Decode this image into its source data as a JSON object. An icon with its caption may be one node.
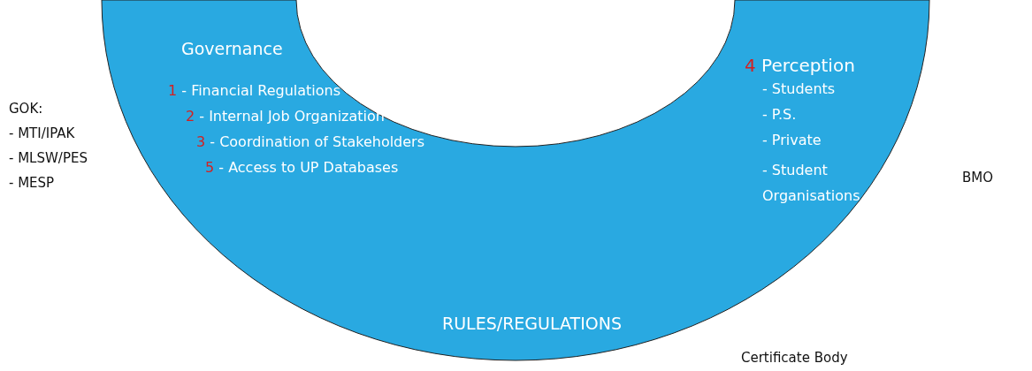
{
  "diagram": {
    "nodes": [
      {
        "text": [
          "Governance",
          "1 - Financial Regulations",
          "2 - Internal Job Organization",
          "3 - Coordination of Stakeholders",
          "5 - Access to UP Databases",
          "4 Perception",
          "- Students",
          "- P.S.",
          "- Private",
          "- Student Organisations",
          "RULES/REGULATIONS"
        ]
      }
    ],
    "labels": [
      "GOK:",
      "- MTI/IPAK",
      "- MLSW/PES",
      "- MESP",
      "BMO",
      "Certificate Body"
    ]
  }
}
